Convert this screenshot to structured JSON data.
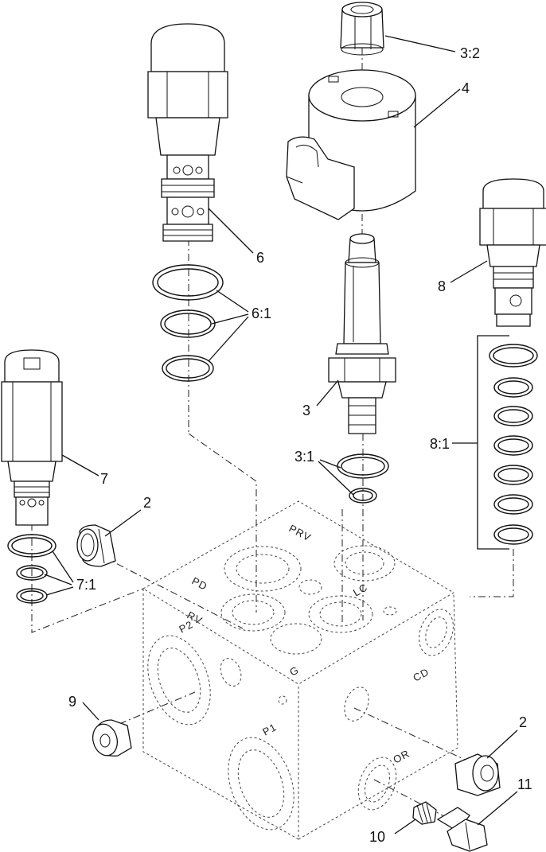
{
  "callouts": {
    "c_3_2": "3:2",
    "c_4": "4",
    "c_6": "6",
    "c_6_1": "6:1",
    "c_8": "8",
    "c_3": "3",
    "c_8_1": "8:1",
    "c_3_1": "3:1",
    "c_7": "7",
    "c_2_left": "2",
    "c_7_1": "7:1",
    "c_9": "9",
    "c_2_right": "2",
    "c_11": "11",
    "c_10": "10"
  },
  "ports": {
    "prv": "PRV",
    "pd": "PD",
    "lc": "LC",
    "rv": "RV",
    "p2": "P2",
    "g": "G",
    "cd": "CD",
    "p1": "P1",
    "or": "OR"
  }
}
